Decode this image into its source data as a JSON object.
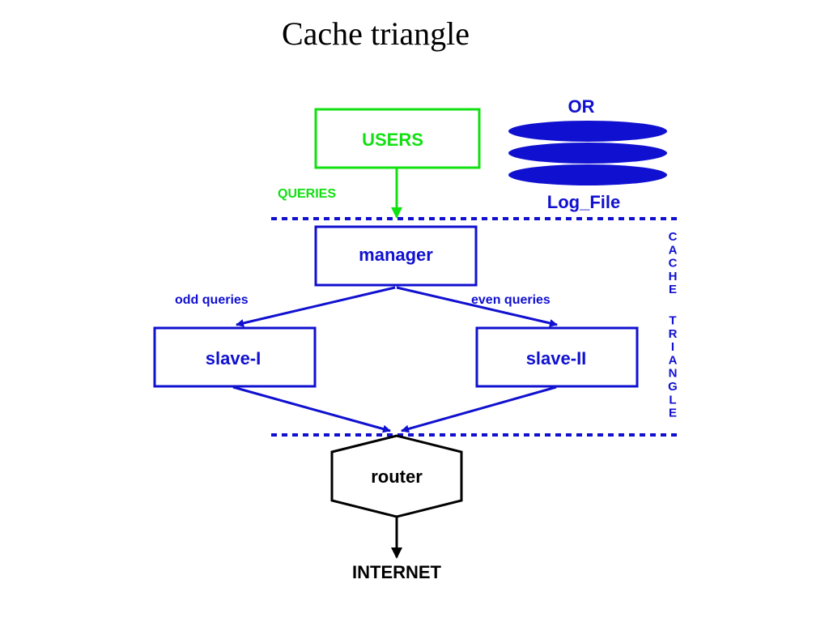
{
  "title": "Cache triangle",
  "colors": {
    "users": "#11e011",
    "cache": "#1010d0",
    "external": "#000000"
  },
  "nodes": {
    "users": "USERS",
    "log_or": "OR",
    "log_file": "Log_File",
    "manager": "manager",
    "slave_1": "slave-I",
    "slave_2": "slave-II",
    "router": "router",
    "internet": "INTERNET"
  },
  "edges": {
    "queries": "QUERIES",
    "odd": "odd queries",
    "even": "even queries"
  },
  "region": {
    "label": "CACHE TRIANGLE",
    "letters": [
      "C",
      "A",
      "C",
      "H",
      "E",
      "T",
      "R",
      "I",
      "A",
      "N",
      "G",
      "L",
      "E"
    ]
  }
}
